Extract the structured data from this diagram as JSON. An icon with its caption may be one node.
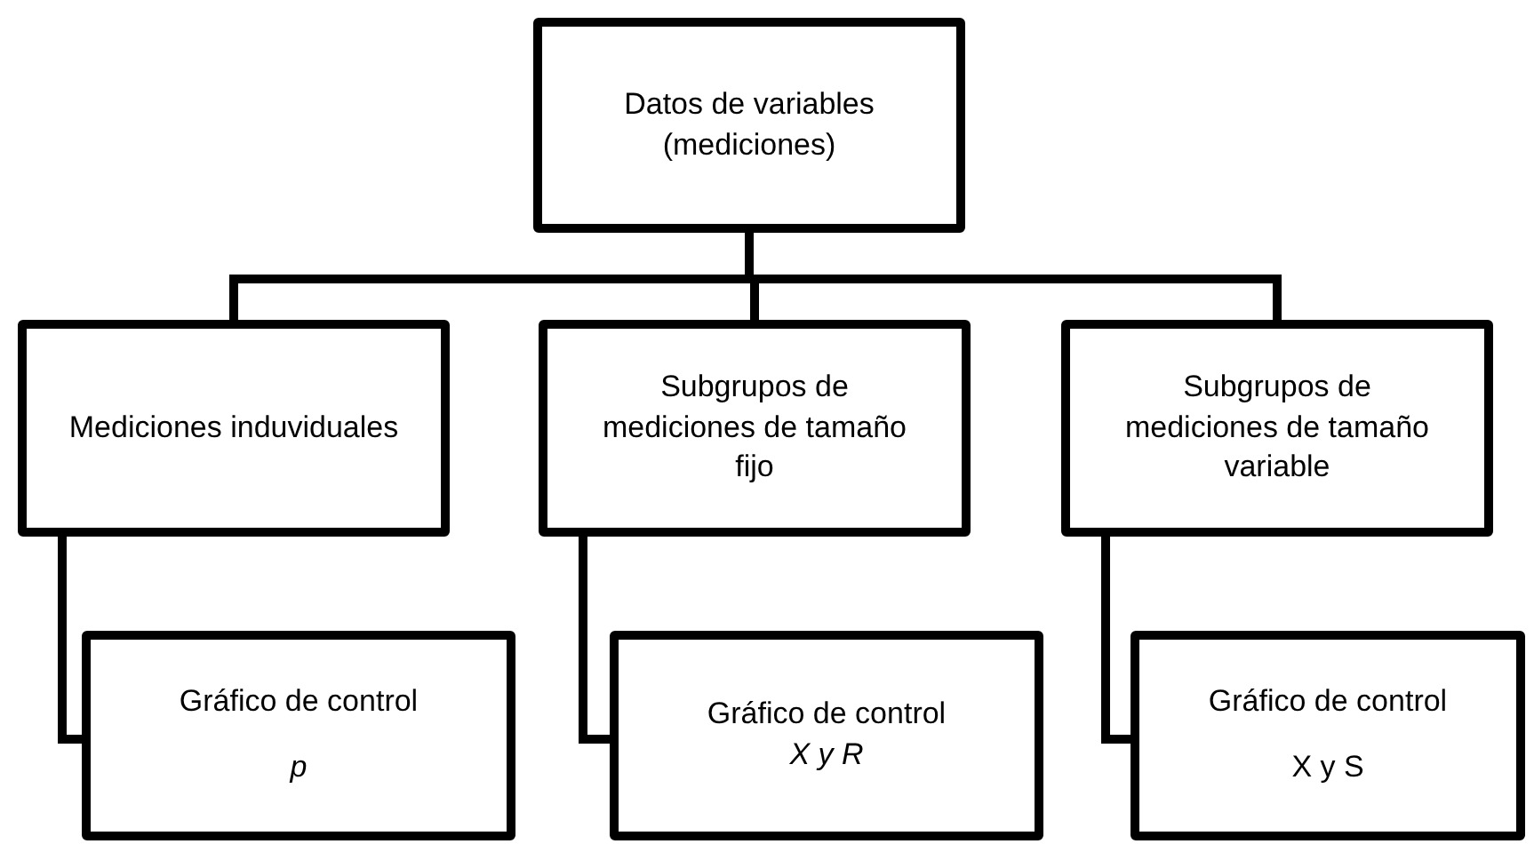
{
  "diagram": {
    "nodes": [
      {
        "text": [
          "Datos de variables (mediciones)"
        ]
      },
      {
        "text": [
          "Mediciones induviduales"
        ]
      },
      {
        "text": [
          "Subgrupos de mediciones de tamaño fijo"
        ]
      },
      {
        "text": [
          "Subgrupos de mediciones de tamaño variable"
        ]
      },
      {
        "text": [
          "Gráfico de control",
          "p"
        ]
      },
      {
        "text": [
          "Gráfico de control",
          "X y R"
        ]
      },
      {
        "text": [
          "Gráfico de control",
          "X y S"
        ]
      }
    ],
    "edges": [
      {
        "from": 0,
        "to": 1,
        "arrow": "none"
      },
      {
        "from": 0,
        "to": 2,
        "arrow": "none"
      },
      {
        "from": 0,
        "to": 3,
        "arrow": "none"
      },
      {
        "from": 1,
        "to": 4,
        "arrow": "none"
      },
      {
        "from": 2,
        "to": 5,
        "arrow": "none"
      },
      {
        "from": 3,
        "to": 6,
        "arrow": "none"
      }
    ]
  }
}
